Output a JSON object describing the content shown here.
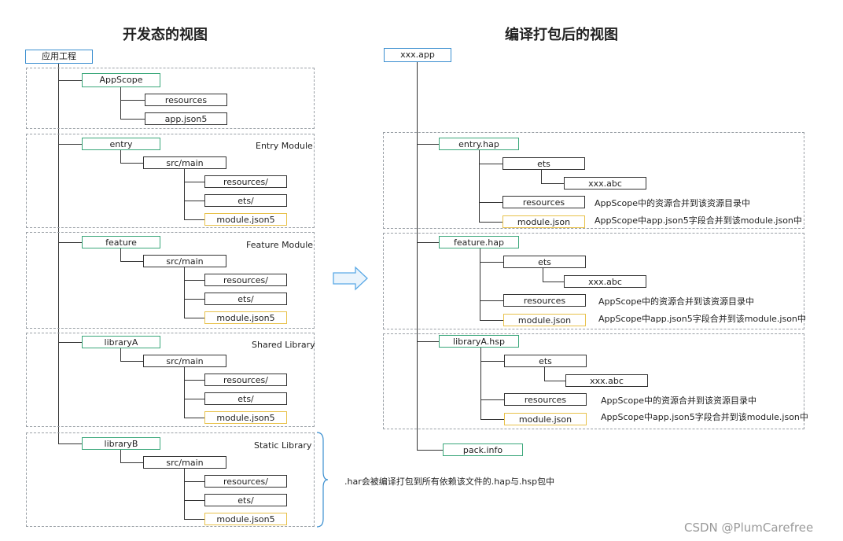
{
  "titles": {
    "left": "开发态的视图",
    "right": "编译打包后的视图"
  },
  "left": {
    "root": "应用工程",
    "appscope": {
      "name": "AppScope",
      "children": [
        "resources",
        "app.json5"
      ]
    },
    "modules": [
      {
        "name": "entry",
        "label": "Entry Module",
        "src": "src/main",
        "resources": "resources/",
        "ets": "ets/",
        "json": "module.json5"
      },
      {
        "name": "feature",
        "label": "Feature Module",
        "src": "src/main",
        "resources": "resources/",
        "ets": "ets/",
        "json": "module.json5"
      },
      {
        "name": "libraryA",
        "label": "Shared Library",
        "src": "src/main",
        "resources": "resources/",
        "ets": "ets/",
        "json": "module.json5"
      },
      {
        "name": "libraryB",
        "label": "Static Library",
        "src": "src/main",
        "resources": "resources/",
        "ets": "ets/",
        "json": "module.json5"
      }
    ],
    "har_note": ".har会被编译打包到所有依赖该文件的.hap与.hsp包中"
  },
  "right": {
    "root": "xxx.app",
    "packages": [
      {
        "name": "entry.hap",
        "ets": "ets",
        "abc": "xxx.abc",
        "resources": "resources",
        "json": "module.json",
        "res_note": "AppScope中的资源合并到该资源目录中",
        "json_note": "AppScope中app.json5字段合并到该module.json中"
      },
      {
        "name": "feature.hap",
        "ets": "ets",
        "abc": "xxx.abc",
        "resources": "resources",
        "json": "module.json",
        "res_note": "AppScope中的资源合并到该资源目录中",
        "json_note": "AppScope中app.json5字段合并到该module.json中"
      },
      {
        "name": "libraryA.hsp",
        "ets": "ets",
        "abc": "xxx.abc",
        "resources": "resources",
        "json": "module.json",
        "res_note": "AppScope中的资源合并到该资源目录中",
        "json_note": "AppScope中app.json5字段合并到该module.json中"
      }
    ],
    "pack_info": "pack.info"
  },
  "watermark": "CSDN @PlumCarefree",
  "colors": {
    "module_border": "#3aa77a",
    "json_border": "#e8c14a",
    "root_border": "#3b8fd0",
    "arrow": "#5aa9e6"
  }
}
